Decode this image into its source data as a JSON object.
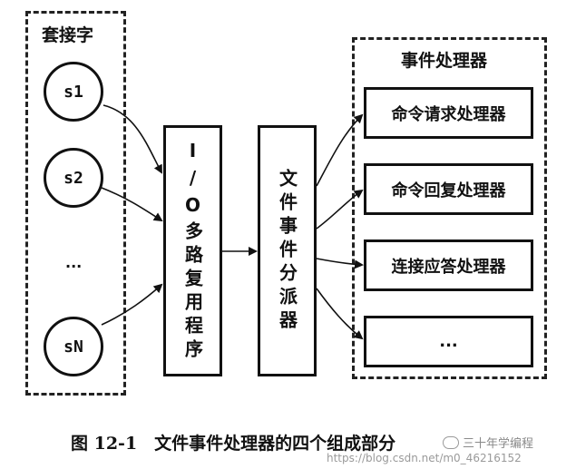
{
  "sockets": {
    "title": "套接字",
    "items": [
      "s1",
      "s2",
      "...",
      "sN"
    ]
  },
  "io_mux": {
    "label": "I/O多路复用程序"
  },
  "dispatcher": {
    "label": "文件事件分派器"
  },
  "handlers": {
    "title": "事件处理器",
    "items": [
      "命令请求处理器",
      "命令回复处理器",
      "连接应答处理器",
      "..."
    ]
  },
  "caption": "图 12-1　文件事件处理器的四个组成部分",
  "watermark": {
    "brand": "三十年学编程",
    "url": "https://blog.csdn.net/m0_46216152"
  }
}
